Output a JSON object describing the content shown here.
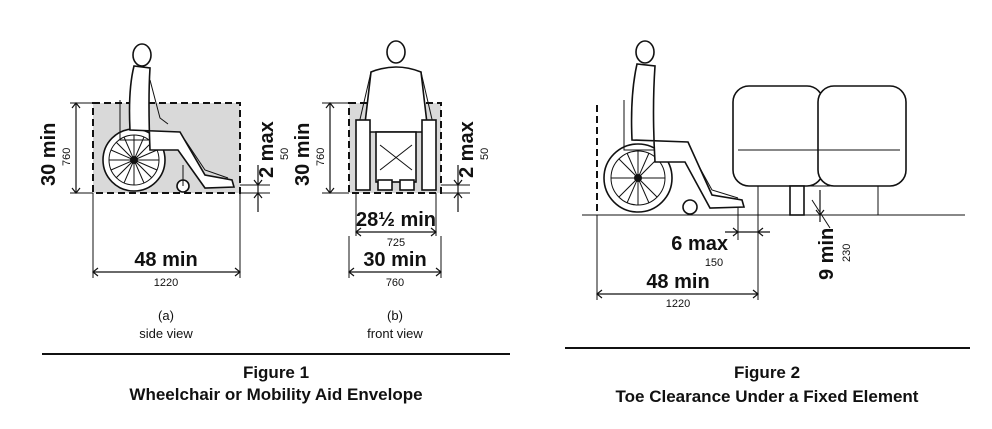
{
  "figure1": {
    "side": {
      "height_label": "30 min",
      "height_mm": "760",
      "toe_label": "2 max",
      "toe_mm": "50",
      "length_label": "48 min",
      "length_mm": "1220",
      "sub_letter": "(a)",
      "sub_caption": "side view"
    },
    "front": {
      "height_label": "30 min",
      "height_mm": "760",
      "toe_label": "2 max",
      "toe_mm": "50",
      "inner_width_label": "28½ min",
      "inner_width_mm": "725",
      "width_label": "30 min",
      "width_mm": "760",
      "sub_letter": "(b)",
      "sub_caption": "front view"
    },
    "caption_number": "Figure 1",
    "caption_title": "Wheelchair or Mobility Aid Envelope"
  },
  "figure2": {
    "toe_depth_label": "6 max",
    "toe_depth_mm": "150",
    "length_label": "48 min",
    "length_mm": "1220",
    "height_label": "9 min",
    "height_mm": "230",
    "caption_number": "Figure 2",
    "caption_title": "Toe Clearance Under a Fixed Element"
  }
}
